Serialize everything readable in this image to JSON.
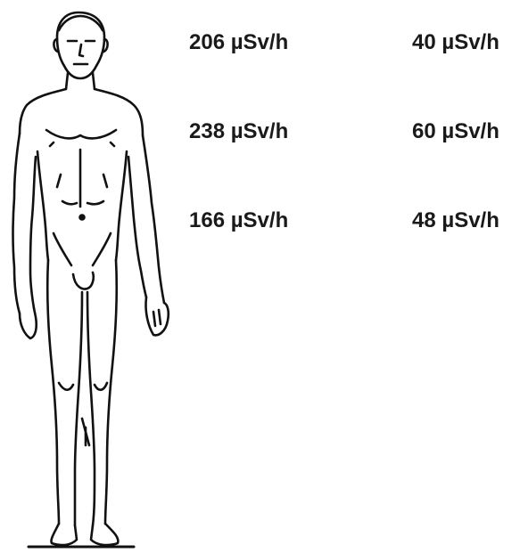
{
  "readings": [
    {
      "left": "206 µSv/h",
      "right": "40 µSv/h"
    },
    {
      "left": "238 µSv/h",
      "right": "60 µSv/h"
    },
    {
      "left": "166 µSv/h",
      "right": "48 µSv/h"
    }
  ]
}
